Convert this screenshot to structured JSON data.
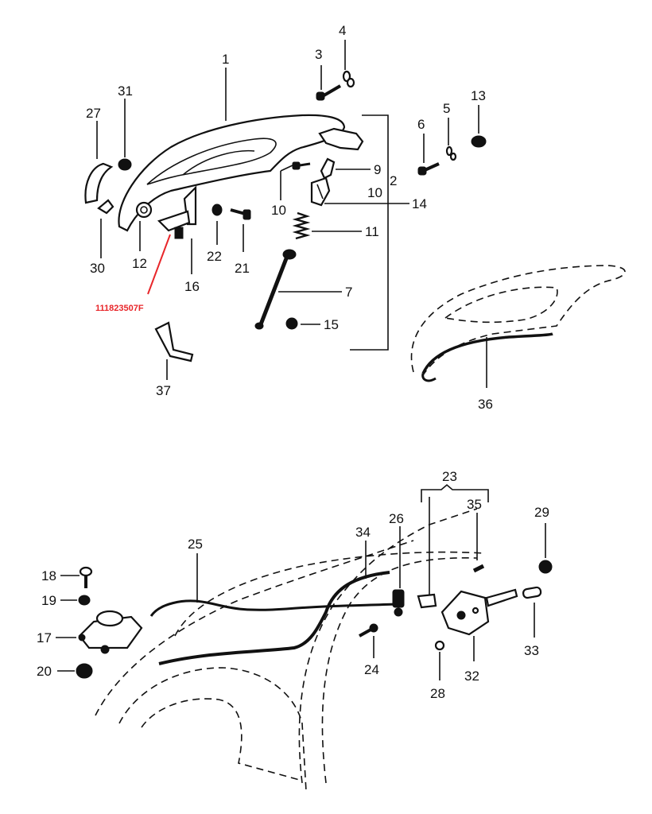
{
  "callouts": {
    "c1": "1",
    "c2": "2",
    "c3": "3",
    "c4": "4",
    "c5": "5",
    "c6": "6",
    "c7": "7",
    "c9": "9",
    "c10a": "10",
    "c10b": "10",
    "c11": "11",
    "c12": "12",
    "c13": "13",
    "c14": "14",
    "c15": "15",
    "c16": "16",
    "c17": "17",
    "c18": "18",
    "c19": "19",
    "c20": "20",
    "c21": "21",
    "c22": "22",
    "c23": "23",
    "c24": "24",
    "c25": "25",
    "c26": "26",
    "c27": "27",
    "c28": "28",
    "c29": "29",
    "c30": "30",
    "c31": "31",
    "c32": "32",
    "c33": "33",
    "c34": "34",
    "c35": "35",
    "c36": "36",
    "c37": "37"
  },
  "annotation": {
    "part_number": "111823507F",
    "color": "#e8262a"
  }
}
